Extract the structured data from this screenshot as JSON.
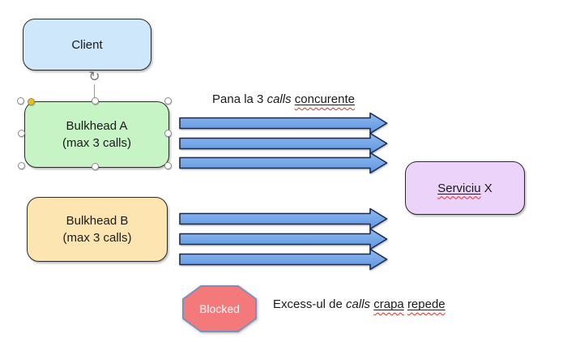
{
  "canvas": {
    "background": "#ffffff"
  },
  "shapes": {
    "client": {
      "label": "Client",
      "fill": "#cee7fa",
      "border": "#2b2b2b"
    },
    "bulkhead_a": {
      "title": "Bulkhead A",
      "subtitle": "(max 3 calls)",
      "fill": "#c6f4c5",
      "border": "#2b2b2b",
      "selected": true
    },
    "bulkhead_b": {
      "title": "Bulkhead B",
      "subtitle": "(max 3 calls)",
      "fill": "#fde5b1",
      "border": "#2b2b2b"
    },
    "serviciu_x": {
      "label_main": "Serviciu",
      "label_suffix": " X",
      "fill": "#ebd3f9",
      "border": "#2b2b2b"
    },
    "blocked": {
      "label": "Blocked",
      "fill": "#f4797b",
      "border": "#7c90b8",
      "text_color": "#ffffff"
    }
  },
  "labels": {
    "top_caption": {
      "part1": "Pana la 3 ",
      "italic": "calls",
      "part2": " ",
      "misspelled": "concurente"
    },
    "bottom_caption": {
      "part1": "Excess-ul de ",
      "italic": "calls",
      "part2": " ",
      "misspelled1": "crapa",
      "part3": " ",
      "misspelled2": "repede"
    }
  },
  "icons": {
    "rotate_icon": "↻"
  },
  "arrows": {
    "top_group_count": 3,
    "bottom_group_count": 3,
    "top_group_y": [
      138,
      163,
      187
    ],
    "bottom_group_y": [
      256,
      281,
      306
    ],
    "fill_light": "#8fbaf0",
    "fill_dark": "#5e94e0",
    "stroke": "#1d2c4d"
  },
  "selection": {
    "handle_fill": "#ffffff",
    "handle_border": "#8c8c8c",
    "adjust_handle_fill": "#efc000"
  }
}
